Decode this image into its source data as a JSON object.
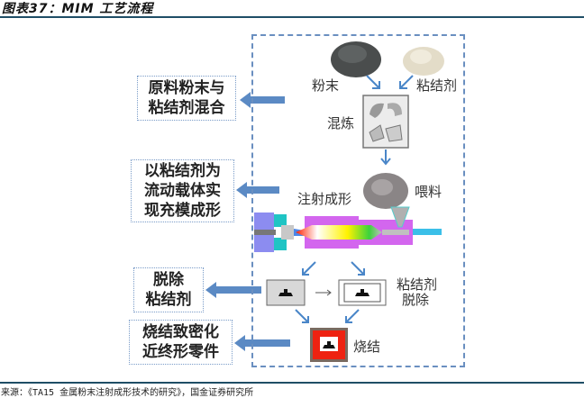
{
  "figure": {
    "title": "图表37：MIM 工艺流程",
    "source": "来源：《TA15 金属粉末注射成形技术的研究》，国金证券研究所"
  },
  "steps": [
    {
      "lines": [
        "原料粉末与",
        "粘结剂混合"
      ]
    },
    {
      "lines": [
        "以粘结剂为",
        "流动载体实",
        "现充模成形"
      ]
    },
    {
      "lines": [
        "脱除",
        "粘结剂"
      ]
    },
    {
      "lines": [
        "烧结致密化",
        "近终形零件"
      ]
    }
  ],
  "diagram_labels": {
    "powder": "粉末",
    "binder": "粘结剂",
    "mixing": "混炼",
    "feedstock": "喂料",
    "injection_molding": "注射成形",
    "debinding_line1": "粘结剂",
    "debinding_line2": "脱除",
    "sintering": "烧结"
  },
  "colors": {
    "arrow_blue": "#5b8ac4",
    "rule": "#1f4e66",
    "barrel_purple": "#d366ee",
    "mold_blue": "#8c8cf0",
    "mold_cyan": "#1fc4c4",
    "sinter_red": "#ee2211"
  }
}
